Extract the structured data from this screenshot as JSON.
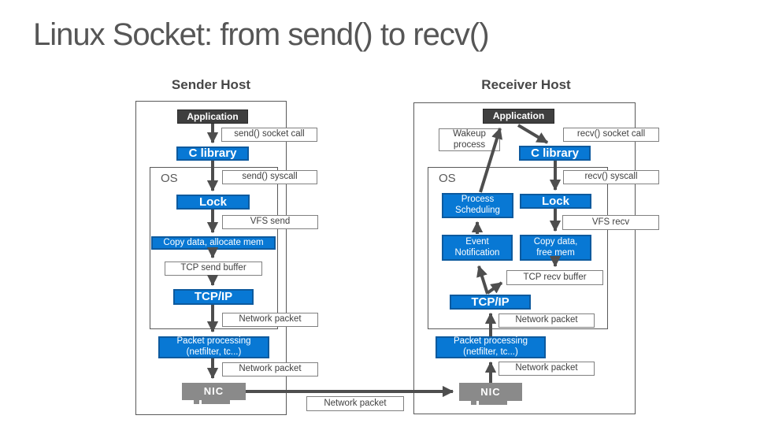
{
  "title": "Linux Socket: from send() to recv()",
  "colors": {
    "accent_blue": "#0878D4",
    "accent_blue_border": "#0D5A9E",
    "application_dark": "#3F3F3F",
    "nic_gray": "#8A8A8A",
    "arrow_gray": "#4E4E4E",
    "title_gray": "#565656"
  },
  "sender": {
    "host_label": "Sender Host",
    "os_label": "OS",
    "boxes": {
      "application": "Application",
      "c_library": "C library",
      "lock": "Lock",
      "copy_mem": "Copy data, allocate mem",
      "tcp_send_buffer": "TCP send buffer",
      "tcp_ip": "TCP/IP",
      "packet_processing": "Packet processing\n(netfilter, tc...)",
      "nic": "NIC"
    },
    "call_labels": {
      "socket_call": "send() socket call",
      "syscall": "send() syscall",
      "vfs": "VFS send",
      "network_packet_os": "Network packet",
      "network_packet_out": "Network packet"
    }
  },
  "receiver": {
    "host_label": "Receiver Host",
    "os_label": "OS",
    "boxes": {
      "application": "Application",
      "wakeup": "Wakeup\nprocess",
      "c_library": "C library",
      "process_scheduling": "Process\nScheduling",
      "lock": "Lock",
      "event_notification": "Event\nNotification",
      "copy_mem": "Copy data,\nfree mem",
      "tcp_recv_buffer": "TCP recv buffer",
      "tcp_ip": "TCP/IP",
      "packet_processing": "Packet processing\n(netfilter, tc...)",
      "nic": "NIC"
    },
    "call_labels": {
      "socket_call": "recv() socket call",
      "syscall": "recv() syscall",
      "vfs": "VFS recv",
      "network_packet_os": "Network packet",
      "network_packet_out": "Network packet"
    }
  },
  "wire": {
    "network_packet": "Network packet"
  }
}
